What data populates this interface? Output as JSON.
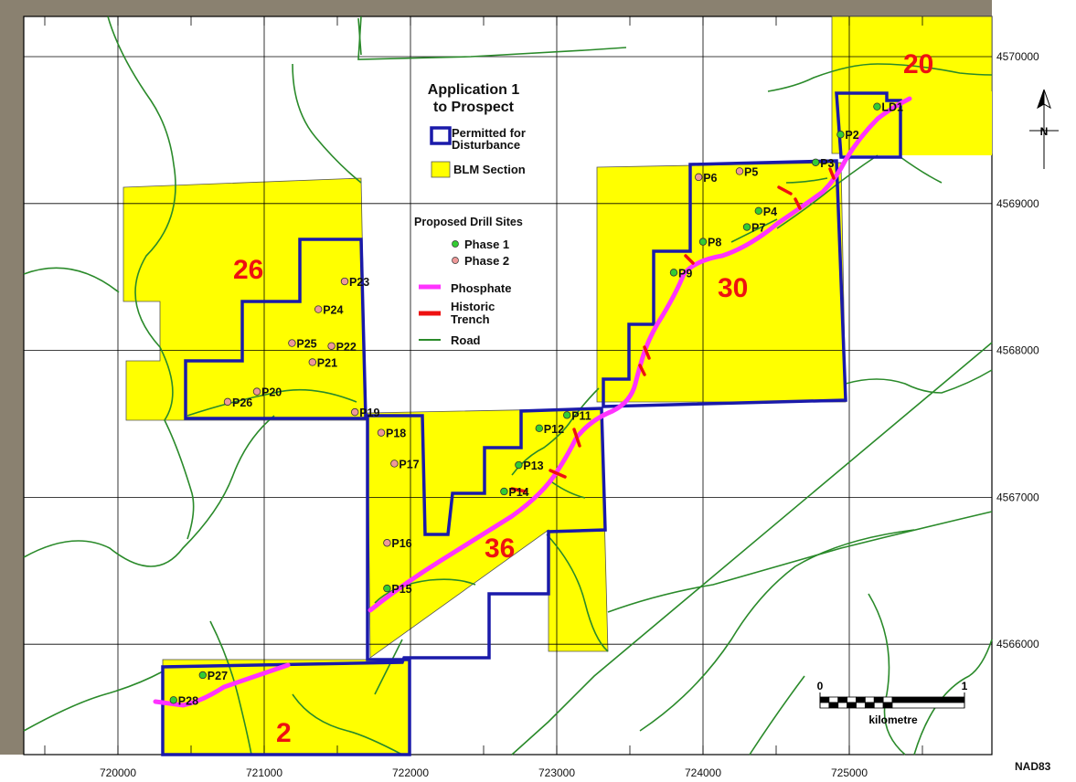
{
  "legend": {
    "title_line1": "Application 1",
    "title_line2": "to Prospect",
    "permitted": "Permitted for",
    "disturbance": "Disturbance",
    "blm": "BLM Section",
    "drill_title": "Proposed Drill Sites",
    "phase1": "Phase 1",
    "phase2": "Phase 2",
    "phosphate": "Phosphate",
    "historic": "Historic",
    "trench": "Trench",
    "road": "Road"
  },
  "sections": [
    "20",
    "26",
    "30",
    "36",
    "2"
  ],
  "x_ticks": [
    "720000",
    "721000",
    "722000",
    "723000",
    "724000",
    "725000"
  ],
  "y_ticks": [
    "4570000",
    "4569000",
    "4568000",
    "4567000",
    "4566000"
  ],
  "datum": "NAD83",
  "scale": {
    "start": "0",
    "end": "1",
    "unit": "kilometre"
  },
  "north_arrow": "N",
  "drill_sites": [
    {
      "label": "LD1",
      "phase": 1,
      "x": 725190,
      "y": 4569660
    },
    {
      "label": "P2",
      "phase": 1,
      "x": 724940,
      "y": 4569470
    },
    {
      "label": "P3",
      "phase": 1,
      "x": 724770,
      "y": 4569280
    },
    {
      "label": "P4",
      "phase": 1,
      "x": 724380,
      "y": 4568950
    },
    {
      "label": "P5",
      "phase": 2,
      "x": 724250,
      "y": 4569220
    },
    {
      "label": "P6",
      "phase": 2,
      "x": 723970,
      "y": 4569180
    },
    {
      "label": "P7",
      "phase": 1,
      "x": 724300,
      "y": 4568840
    },
    {
      "label": "P8",
      "phase": 1,
      "x": 724000,
      "y": 4568740
    },
    {
      "label": "P9",
      "phase": 1,
      "x": 723800,
      "y": 4568530
    },
    {
      "label": "P11",
      "phase": 1,
      "x": 723070,
      "y": 4567560
    },
    {
      "label": "P12",
      "phase": 1,
      "x": 722880,
      "y": 4567470
    },
    {
      "label": "P13",
      "phase": 1,
      "x": 722740,
      "y": 4567220
    },
    {
      "label": "P14",
      "phase": 1,
      "x": 722640,
      "y": 4567040
    },
    {
      "label": "P15",
      "phase": 1,
      "x": 721840,
      "y": 4566380
    },
    {
      "label": "P16",
      "phase": 2,
      "x": 721840,
      "y": 4566690
    },
    {
      "label": "P17",
      "phase": 2,
      "x": 721890,
      "y": 4567230
    },
    {
      "label": "P18",
      "phase": 2,
      "x": 721800,
      "y": 4567440
    },
    {
      "label": "P19",
      "phase": 2,
      "x": 721620,
      "y": 4567580
    },
    {
      "label": "P20",
      "phase": 2,
      "x": 720950,
      "y": 4567720
    },
    {
      "label": "P21",
      "phase": 2,
      "x": 721330,
      "y": 4567920
    },
    {
      "label": "P22",
      "phase": 2,
      "x": 721460,
      "y": 4568030
    },
    {
      "label": "P23",
      "phase": 2,
      "x": 721550,
      "y": 4568470
    },
    {
      "label": "P24",
      "phase": 2,
      "x": 721370,
      "y": 4568280
    },
    {
      "label": "P25",
      "phase": 2,
      "x": 721190,
      "y": 4568050
    },
    {
      "label": "P26",
      "phase": 2,
      "x": 720750,
      "y": 4567650
    },
    {
      "label": "P27",
      "phase": 1,
      "x": 720580,
      "y": 4565790
    },
    {
      "label": "P28",
      "phase": 1,
      "x": 720380,
      "y": 4565620
    }
  ],
  "colors": {
    "blm_fill": "#ffff00",
    "permit_outline": "#1a1aaa",
    "phosphate": "#ff33ff",
    "trench": "#ee1111",
    "road": "#2a8a2a",
    "phase1": "#33cc33",
    "phase2": "#ee9999",
    "section_label": "#ee1111"
  }
}
